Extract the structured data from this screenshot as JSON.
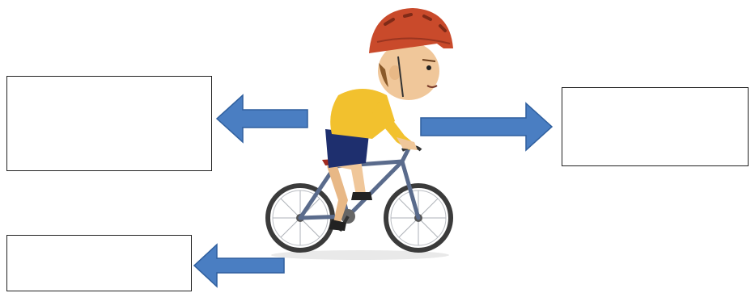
{
  "colors": {
    "arrow_fill": "#4a7ec2",
    "arrow_stroke": "#2f5f9e",
    "helmet": "#c94a2b",
    "shirt": "#f2c12e",
    "shorts": "#1e2f6e",
    "bike_frame": "#5a6b8c",
    "skin": "#f0c79a",
    "hair": "#8a5a2a"
  },
  "boxes": [
    {
      "id": "left-top",
      "text": ""
    },
    {
      "id": "right",
      "text": ""
    },
    {
      "id": "left-bottom",
      "text": ""
    }
  ],
  "arrows": [
    {
      "id": "arrow-left-top",
      "direction": "left"
    },
    {
      "id": "arrow-right",
      "direction": "right"
    },
    {
      "id": "arrow-left-bottom",
      "direction": "left"
    }
  ],
  "icons": [
    "cyclist-illustration",
    "bicycle-icon"
  ]
}
